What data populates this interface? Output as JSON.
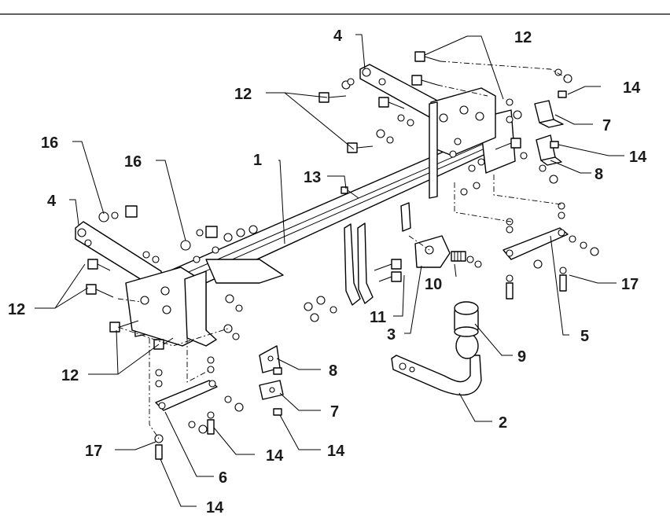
{
  "colors": {
    "ink": "#000000",
    "background": "#ffffff",
    "label": "#1a1a1a"
  },
  "callouts": [
    {
      "id": "c1",
      "text": "1"
    },
    {
      "id": "c2",
      "text": "2"
    },
    {
      "id": "c3",
      "text": "3"
    },
    {
      "id": "c4a",
      "text": "4"
    },
    {
      "id": "c4b",
      "text": "4"
    },
    {
      "id": "c5",
      "text": "5"
    },
    {
      "id": "c6",
      "text": "6"
    },
    {
      "id": "c7a",
      "text": "7"
    },
    {
      "id": "c7b",
      "text": "7"
    },
    {
      "id": "c8a",
      "text": "8"
    },
    {
      "id": "c8b",
      "text": "8"
    },
    {
      "id": "c9",
      "text": "9"
    },
    {
      "id": "c10",
      "text": "10"
    },
    {
      "id": "c11",
      "text": "11"
    },
    {
      "id": "c12a",
      "text": "12"
    },
    {
      "id": "c12b",
      "text": "12"
    },
    {
      "id": "c12c",
      "text": "12"
    },
    {
      "id": "c12d",
      "text": "12"
    },
    {
      "id": "c13",
      "text": "13"
    },
    {
      "id": "c14a",
      "text": "14"
    },
    {
      "id": "c14b",
      "text": "14"
    },
    {
      "id": "c14c",
      "text": "14"
    },
    {
      "id": "c14d",
      "text": "14"
    },
    {
      "id": "c14e",
      "text": "14"
    },
    {
      "id": "c16a",
      "text": "16"
    },
    {
      "id": "c16b",
      "text": "16"
    },
    {
      "id": "c17a",
      "text": "17"
    },
    {
      "id": "c17b",
      "text": "17"
    }
  ]
}
